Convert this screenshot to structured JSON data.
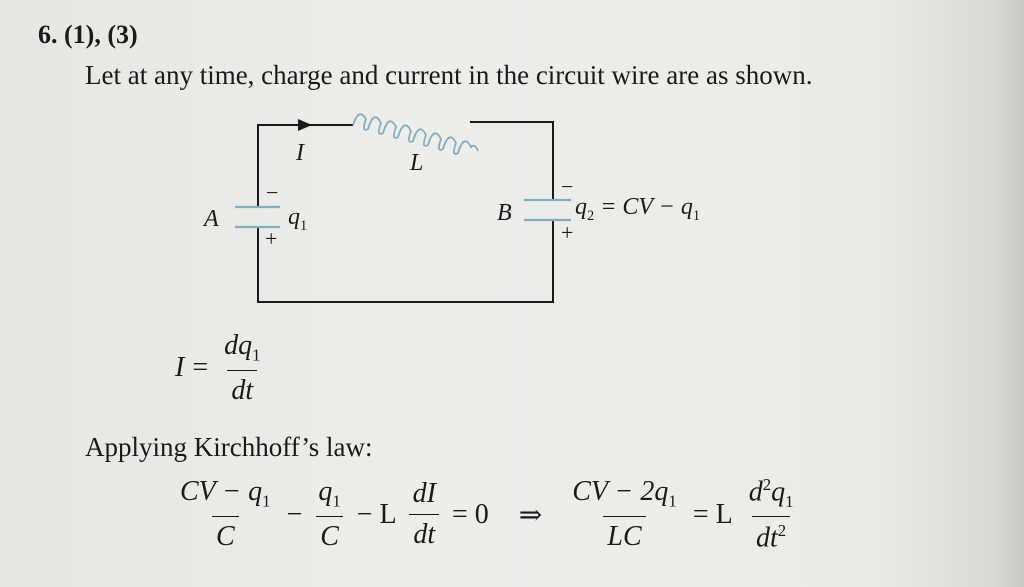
{
  "question": {
    "number": "6.",
    "answers": "(1), (3)"
  },
  "intro": "Let at any time, charge and current in the circuit wire are as shown.",
  "circuit": {
    "current_label": "I",
    "inductor_label": "L",
    "cap_a": {
      "name": "A",
      "charge": "q",
      "charge_sub": "1",
      "top_sign": "−",
      "bottom_sign": "+"
    },
    "cap_b": {
      "name": "B",
      "charge_expr": "q",
      "charge_sub": "2",
      "rest": "= CV − q",
      "rest_sub": "1",
      "top_sign": "−",
      "bottom_sign": "+"
    },
    "plate_color": "#7fb0c0"
  },
  "eq1": {
    "lhs": "I",
    "eq": "=",
    "num": "dq",
    "num_sub": "1",
    "den": "dt"
  },
  "kirchhoff_heading": "Applying Kirchhoff’s law:",
  "eq2": {
    "t1_num": "CV − q",
    "t1_num_sub": "1",
    "t1_den": "C",
    "minus1": "−",
    "t2_num": "q",
    "t2_num_sub": "1",
    "t2_den": "C",
    "minus2": "− L",
    "t3_num": "dI",
    "t3_den": "dt",
    "eq_zero": "= 0",
    "implies": "⇒",
    "t4_num": "CV − 2q",
    "t4_num_sub": "1",
    "t4_den": "LC",
    "eq_L": "= L",
    "t5_num": "d",
    "t5_num_sup": "2",
    "t5_num_rest": "q",
    "t5_num_sub": "1",
    "t5_den": "dt",
    "t5_den_sup": "2"
  }
}
